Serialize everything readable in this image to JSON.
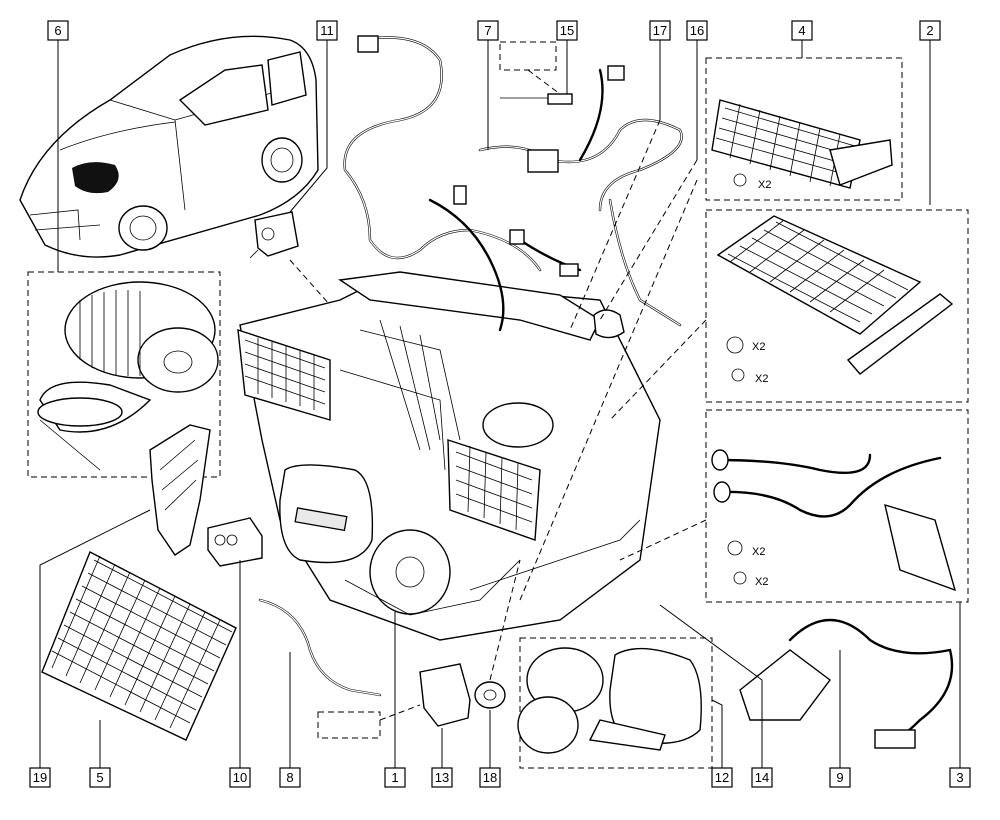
{
  "callouts": [
    "1",
    "2",
    "3",
    "4",
    "5",
    "6",
    "7",
    "8",
    "9",
    "10",
    "11",
    "12",
    "13",
    "14",
    "15",
    "16",
    "17",
    "18",
    "19"
  ],
  "quantities": {
    "screws_module4": "X2",
    "seals_module2": "X2",
    "screws_module2": "X2",
    "seals_module3": "X2",
    "screws_module3": "X2"
  }
}
